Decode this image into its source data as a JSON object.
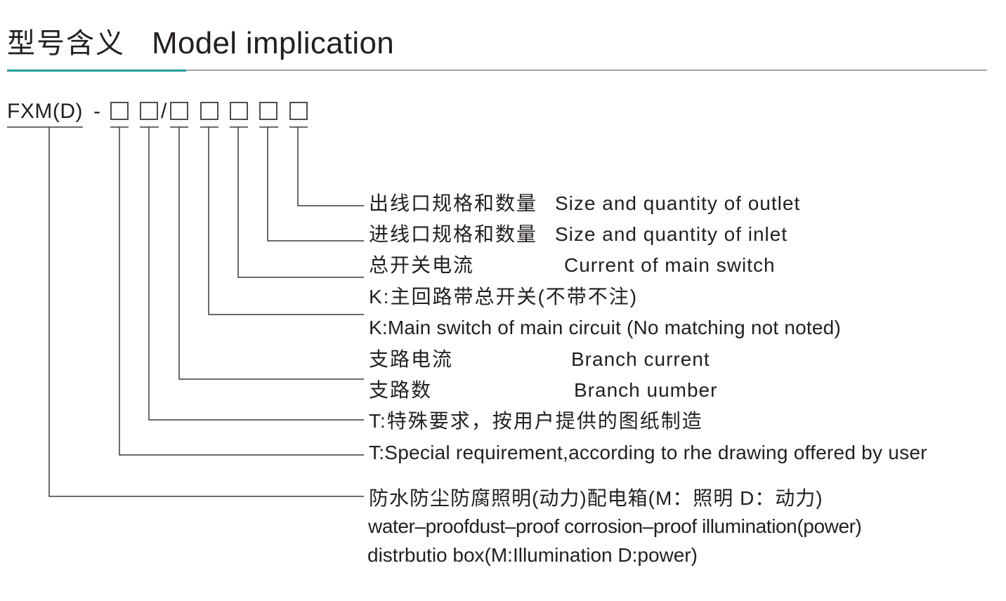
{
  "colors": {
    "text": "#231f20",
    "accent": "#1fa192",
    "rule": "#a5a5a5",
    "line": "#3a3a3a"
  },
  "header": {
    "title_cn": "型号含义",
    "title_en": "Model implication"
  },
  "model_code": {
    "prefix": "FXM(D)",
    "separator": "-",
    "slash": "/"
  },
  "legend": {
    "outlet": {
      "cn": "出线口规格和数量",
      "en": "Size and quantity of outlet"
    },
    "inlet": {
      "cn": "进线口规格和数量",
      "en": "Size and quantity of inlet"
    },
    "main_switch_current": {
      "cn": "总开关电流",
      "en": "Current of main switch"
    },
    "main_switch": {
      "cn": "K:主回路带总开关(不带不注)",
      "en": "K:Main switch of main circuit (No matching not noted)"
    },
    "branch_current": {
      "cn": "支路电流",
      "en": "Branch current"
    },
    "branch_number": {
      "cn": "支路数",
      "en": "Branch uumber"
    },
    "special_requirement": {
      "cn": "T:特殊要求，按用户提供的图纸制造",
      "en": "T:Special requirement,according to rhe drawing offered by user"
    },
    "box_type": {
      "cn": "防水防尘防腐照明(动力)配电箱(M：照明 D：动力)",
      "en_line1": "water–proofdust–proof corrosion–proof illumination(power)",
      "en_line2": "distrbutio box(M:Illumination D:power)"
    }
  }
}
